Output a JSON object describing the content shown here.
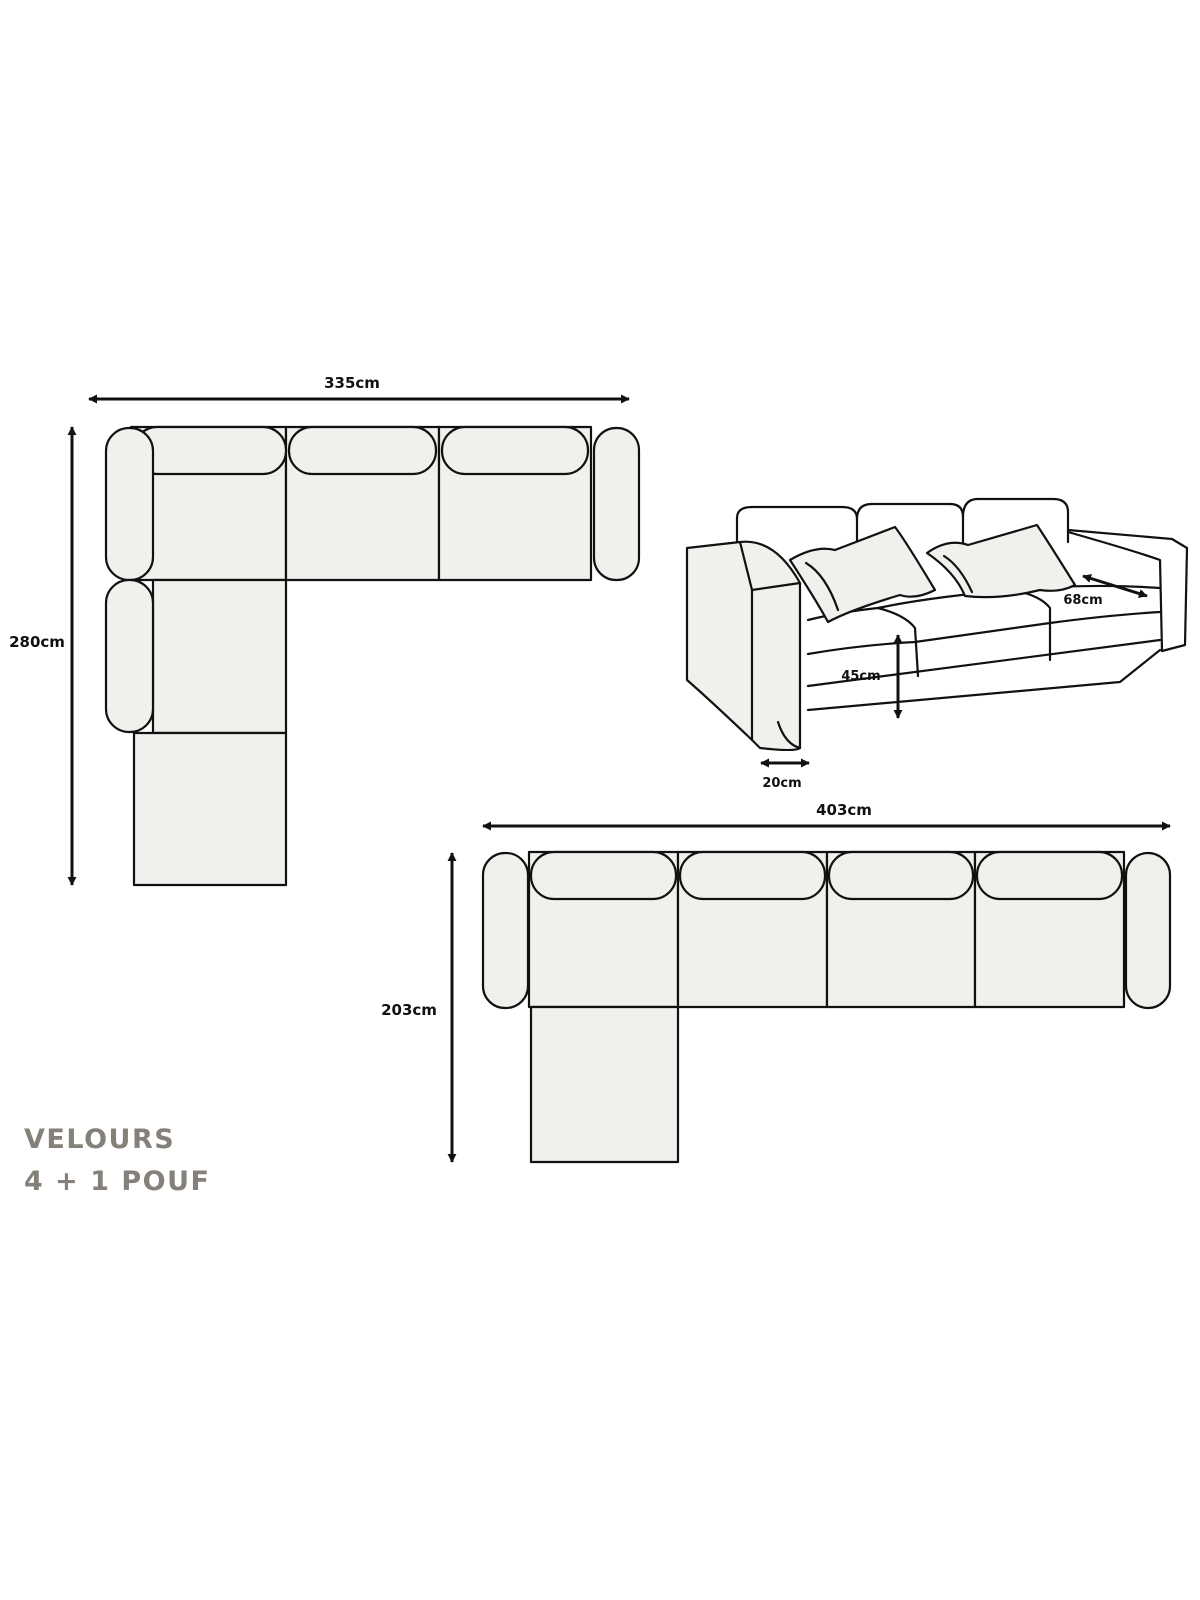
{
  "dimensions": {
    "corner_width": "335cm",
    "corner_depth": "280cm",
    "chaise_width": "403cm",
    "chaise_depth": "203cm",
    "seat_height": "45cm",
    "seat_depth": "68cm",
    "armrest_width": "20cm"
  },
  "caption": {
    "line1": "VELOURS",
    "line2": "4 + 1 POUF"
  },
  "colors": {
    "stroke": "#111111",
    "fill": "#f2f0ec",
    "caption": "#85807a"
  }
}
